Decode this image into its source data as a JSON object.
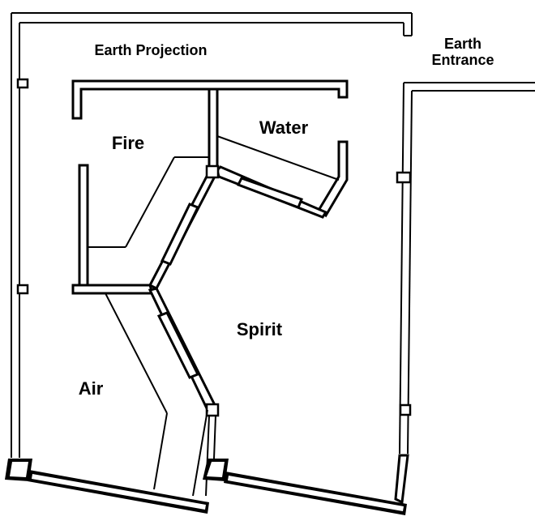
{
  "rooms": {
    "earth_projection": "Earth Projection",
    "earth_entrance_line1": "Earth",
    "earth_entrance_line2": "Entrance",
    "fire": "Fire",
    "water": "Water",
    "spirit": "Spirit",
    "air": "Air"
  },
  "colors": {
    "line": "#000000",
    "background": "#ffffff"
  }
}
